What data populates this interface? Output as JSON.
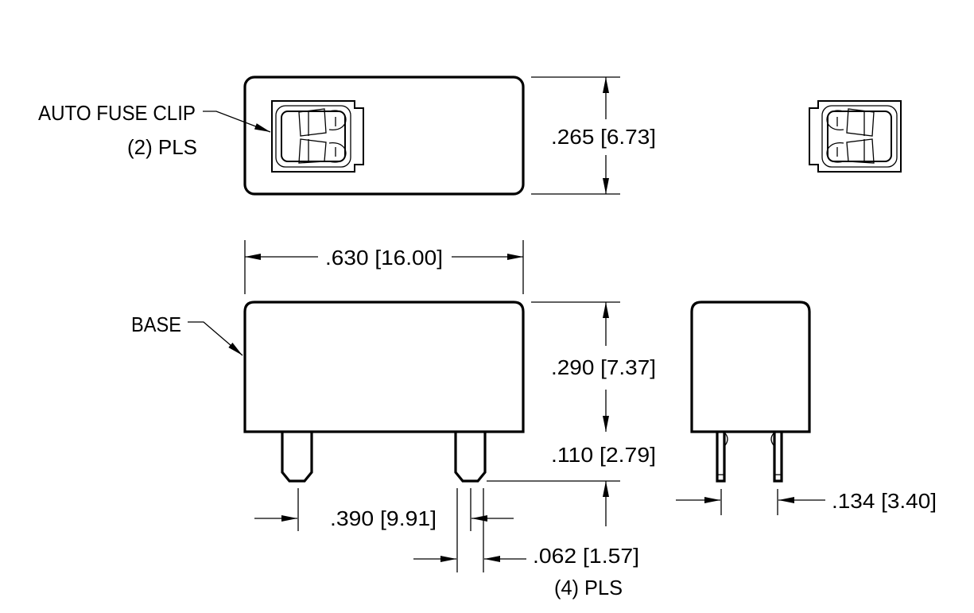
{
  "labels": {
    "auto_fuse_clip": "AUTO FUSE CLIP",
    "clip_count": "(2) PLS",
    "base": "BASE"
  },
  "dimensions": {
    "depth": ".265 [6.73]",
    "length": ".630 [16.00]",
    "height": ".290 [7.37]",
    "pin_length": ".110 [2.79]",
    "pin_spacing": ".390 [9.91]",
    "pin_width": ".062 [1.57]",
    "pin_count": "(4) PLS",
    "pin_row_spacing": ".134 [3.40]"
  }
}
